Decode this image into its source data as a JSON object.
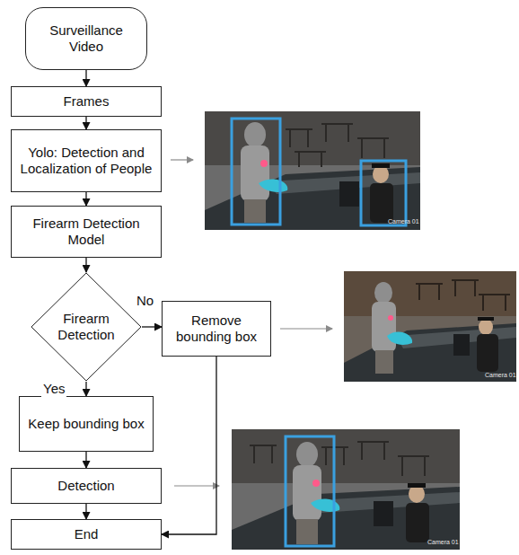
{
  "diagram": {
    "nodes": [
      {
        "text": [
          "Surveillance Video"
        ]
      },
      {
        "text": [
          "Frames"
        ]
      },
      {
        "text": [
          "Yolo: Detection and Localization of People"
        ]
      },
      {
        "text": [
          "Firearm Detection Model"
        ]
      },
      {
        "text": [
          "Firearm Detection"
        ]
      },
      {
        "text": [
          "Remove bounding box"
        ]
      },
      {
        "text": [
          "Keep bounding box"
        ]
      },
      {
        "text": [
          "Detection"
        ]
      },
      {
        "text": [
          "End"
        ]
      }
    ],
    "edges": [
      {
        "from": 0,
        "to": 1,
        "arrow": "to"
      },
      {
        "from": 1,
        "to": 2,
        "arrow": "to"
      },
      {
        "from": 2,
        "to": 3,
        "arrow": "to"
      },
      {
        "from": 3,
        "to": 4,
        "arrow": "to"
      },
      {
        "from": 4,
        "to": 5,
        "label": "No",
        "arrow": "to"
      },
      {
        "from": 4,
        "to": 6,
        "label": "Yes",
        "arrow": "to"
      },
      {
        "from": 6,
        "to": 7,
        "arrow": "to"
      },
      {
        "from": 7,
        "to": 8,
        "arrow": "to"
      },
      {
        "from": 5,
        "to": 8,
        "arrow": "to"
      }
    ],
    "labels": [
      "Camera 01",
      "Camera 01",
      "Camera 01"
    ]
  }
}
